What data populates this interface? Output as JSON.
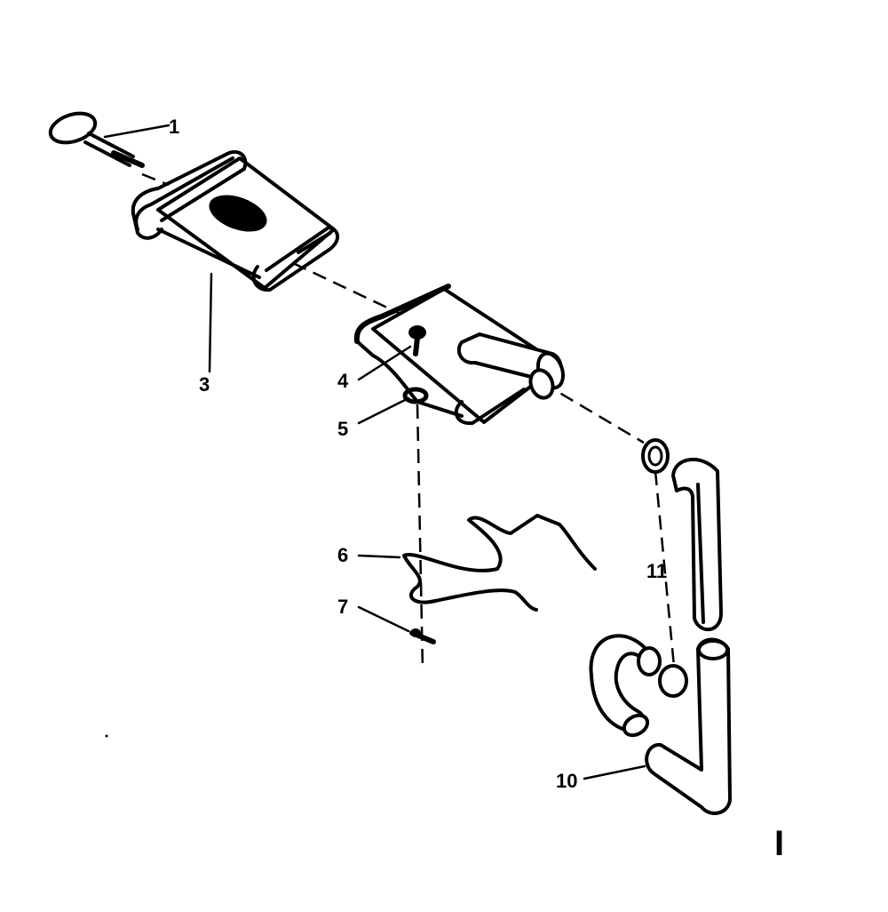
{
  "callouts": {
    "c1": "1",
    "c3": "3",
    "c4": "4",
    "c5": "5",
    "c6": "6",
    "c7": "7",
    "c10": "10",
    "c11": "11"
  },
  "page_marker": "I"
}
